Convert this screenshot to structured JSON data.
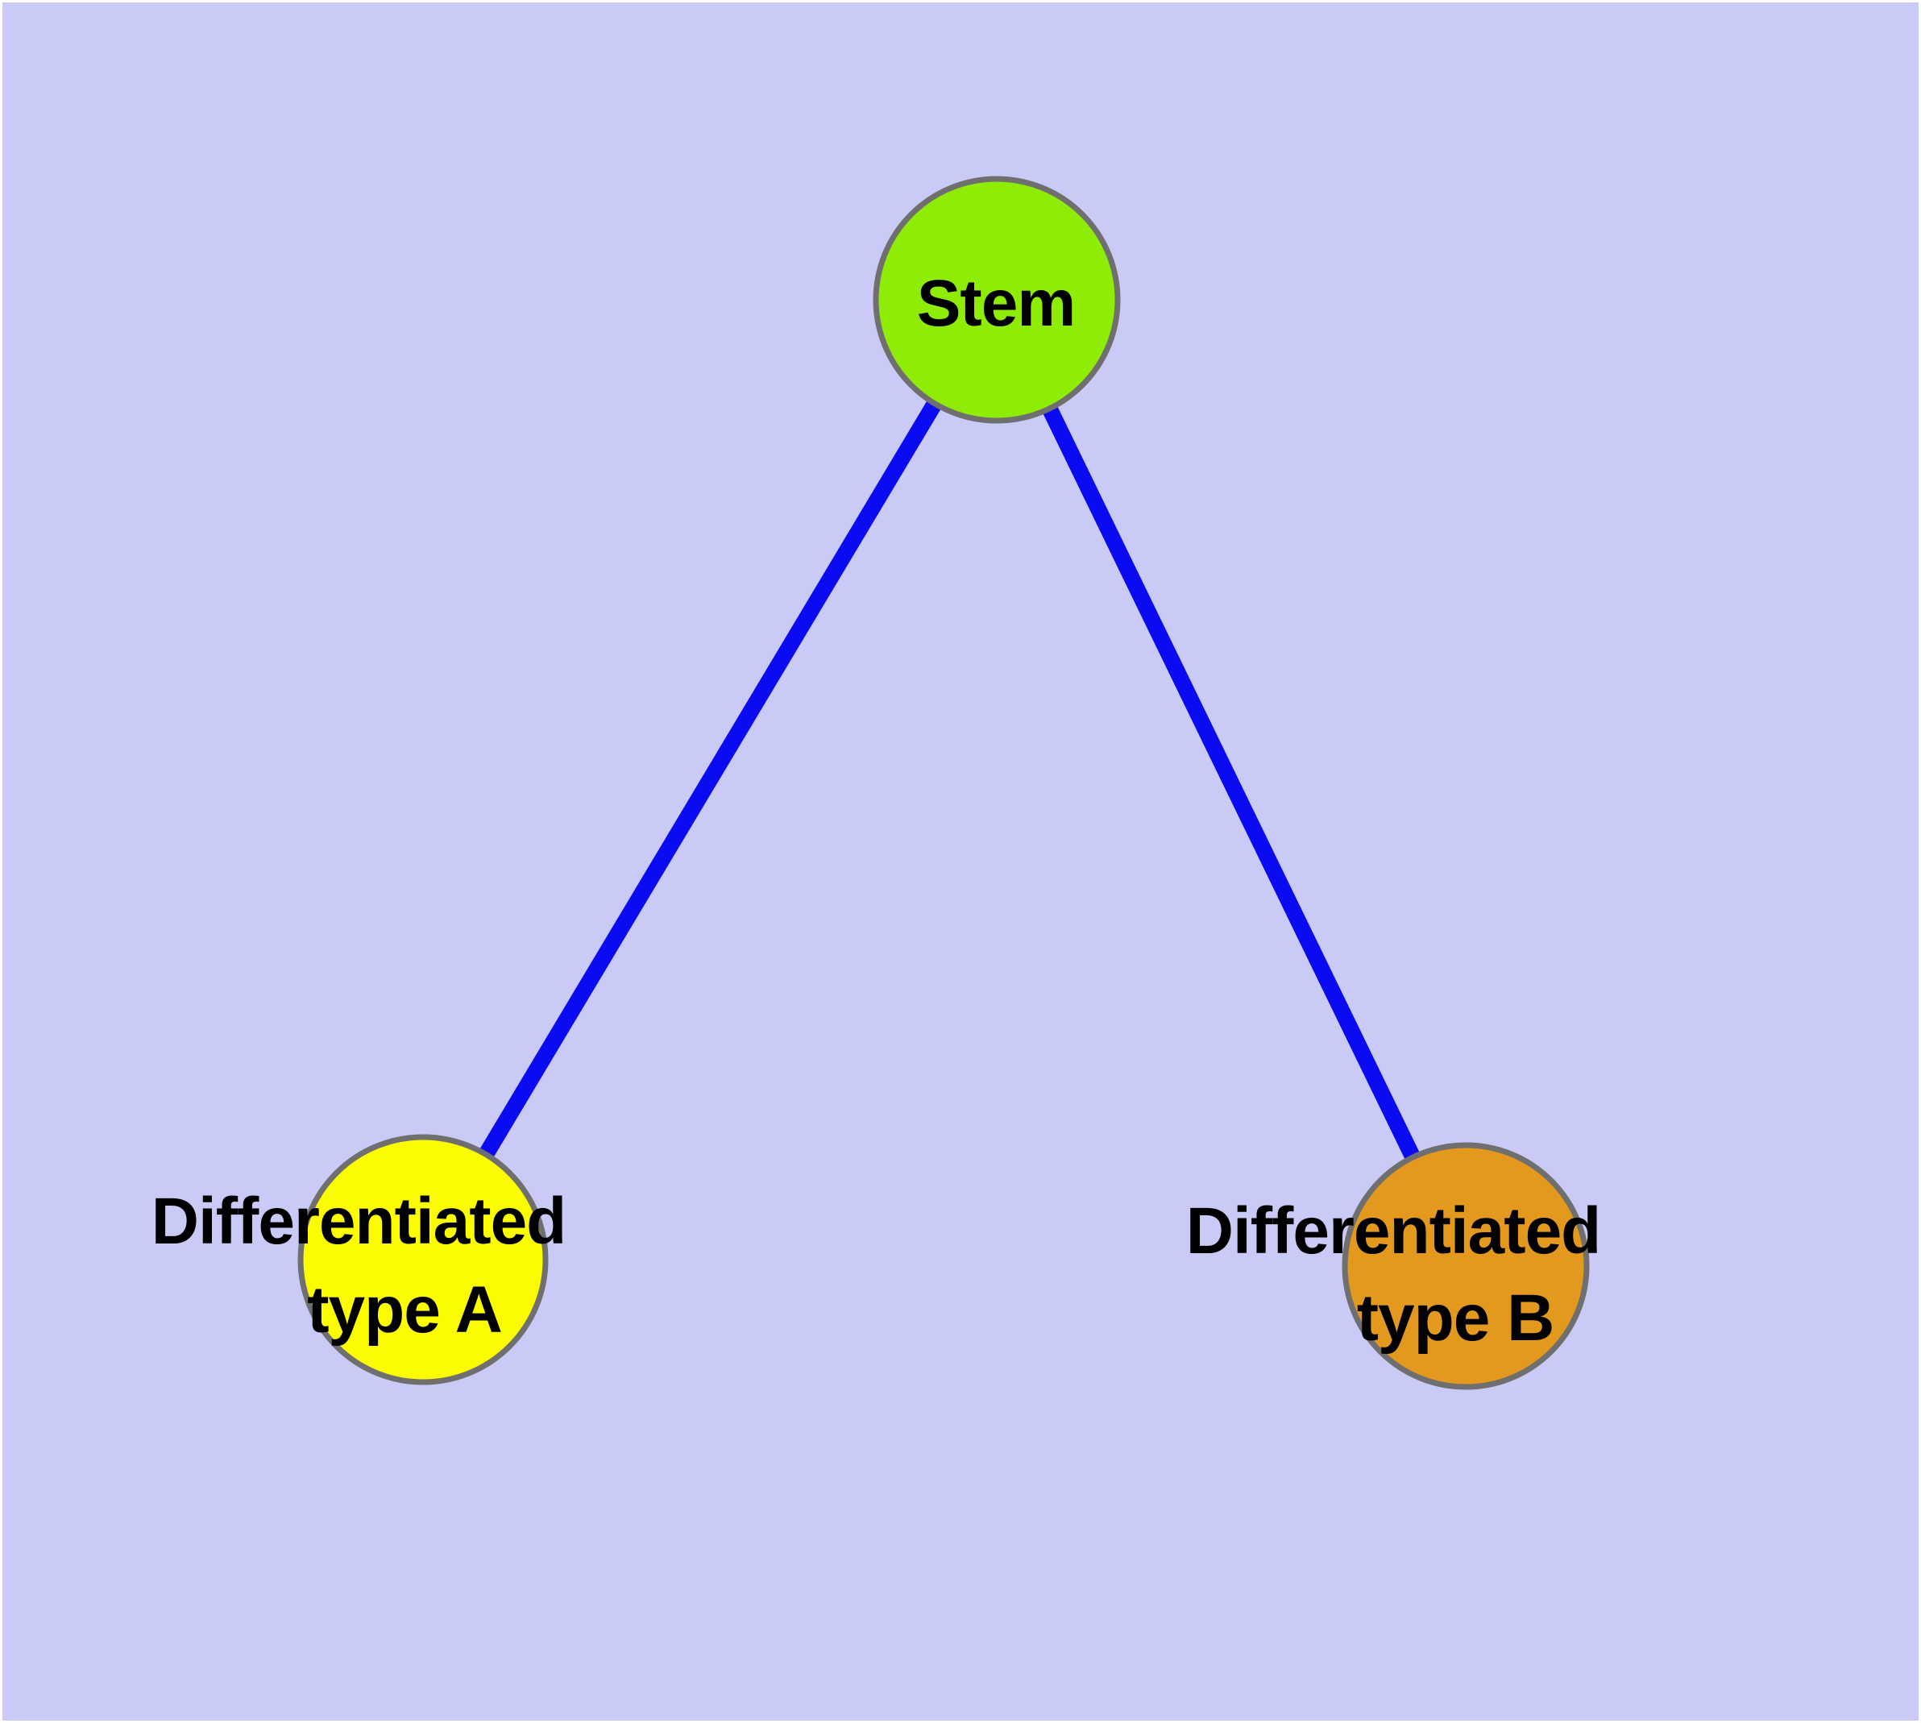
{
  "diagram": {
    "type": "graph",
    "background_color": "#cacaf6",
    "frame_color": "#ffffff",
    "edge_color": "#0b0bf2",
    "node_border_color": "#6f6f6f",
    "label_color": "#000000",
    "nodes": [
      {
        "id": "stem",
        "label": "Stem",
        "fill": "#8fec06"
      },
      {
        "id": "differentiated-type-a",
        "label_line1": "Differentiated",
        "label_line2": "type A",
        "fill": "#fcfc00"
      },
      {
        "id": "differentiated-type-b",
        "label_line1": "Differentiated",
        "label_line2": "type B",
        "fill": "#e2991d"
      }
    ],
    "edges": [
      {
        "from": "Stem",
        "to": "Differentiated type A"
      },
      {
        "from": "Stem",
        "to": "Differentiated type B"
      }
    ]
  }
}
